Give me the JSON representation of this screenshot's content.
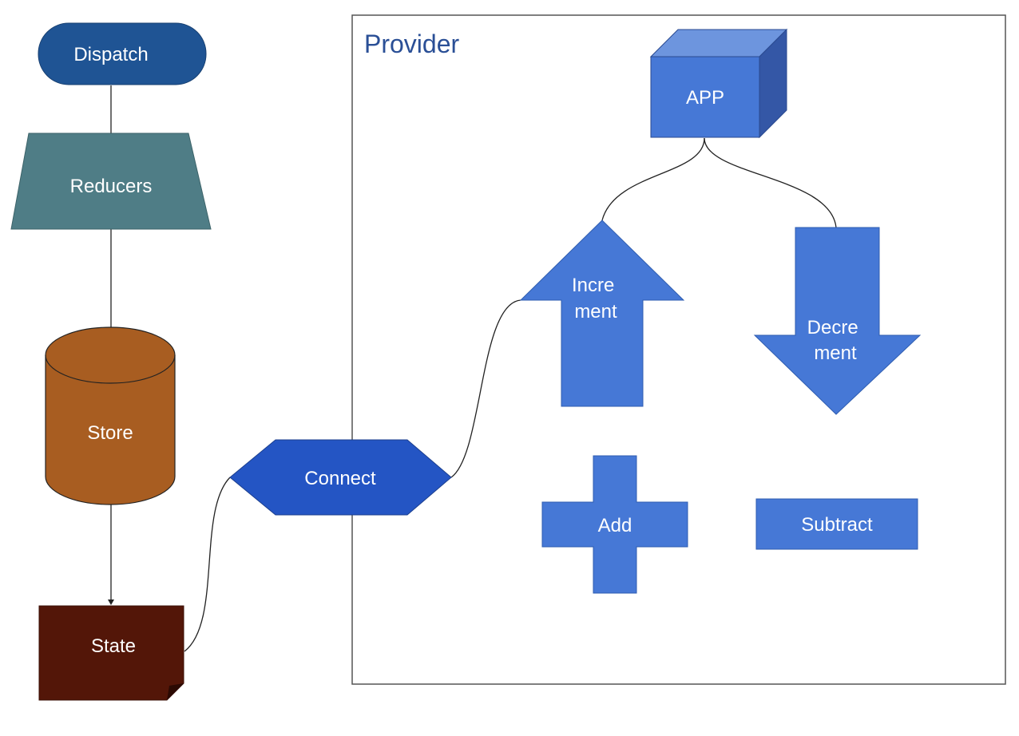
{
  "diagram": {
    "provider": "Provider",
    "nodes": {
      "dispatch": "Dispatch",
      "reducers": "Reducers",
      "store": "Store",
      "state": "State",
      "connect": "Connect",
      "app": "APP",
      "increment": [
        "Incre",
        "ment"
      ],
      "decrement": [
        "Decre",
        "ment"
      ],
      "add": "Add",
      "subtract": "Subtract"
    },
    "colors": {
      "dispatch": "#1f5494",
      "reducers": "#4f7d86",
      "store": "#a85d21",
      "state": "#531608",
      "connect": "#2455c4",
      "blue_shape": "#4678d6",
      "cube_top": "#6d95de",
      "cube_side": "#3457a6",
      "provider_border": "#555555"
    }
  }
}
